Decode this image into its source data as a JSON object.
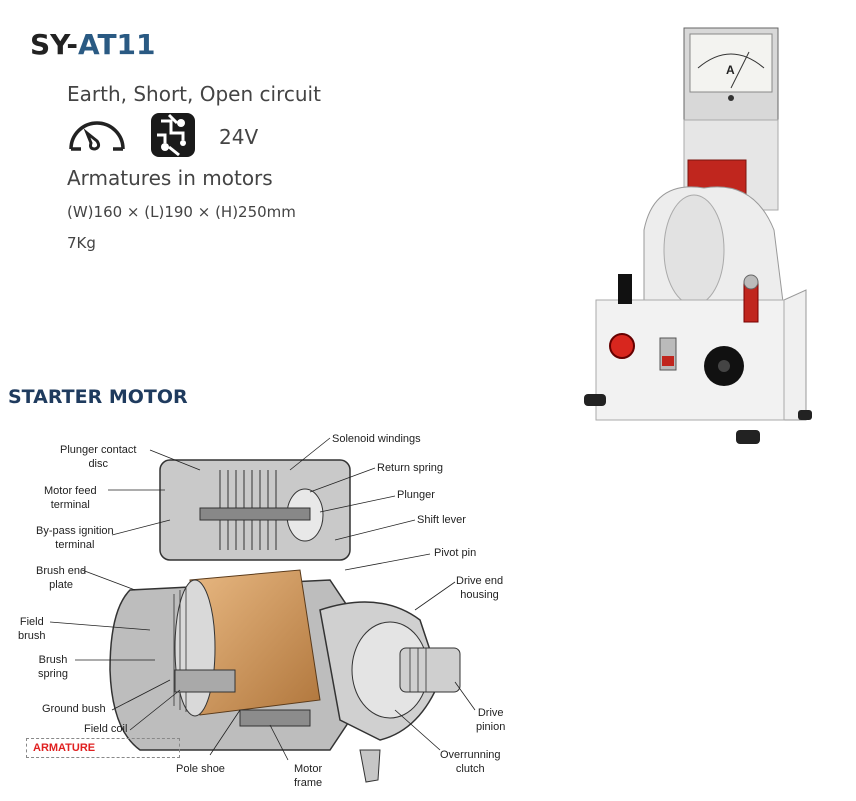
{
  "product": {
    "title_prefix": "SY-",
    "title_code": "AT11",
    "function": "Earth, Short, Open circuit",
    "voltage": "24V",
    "application": "Armatures in motors",
    "dimensions": "(W)160 × (L)190 × (H)250mm",
    "weight": "7Kg",
    "icons": [
      "gauge-icon",
      "circuit-board-icon"
    ]
  },
  "section": {
    "title": "STARTER MOTOR"
  },
  "meter": {
    "unit": "A"
  },
  "diagram": {
    "labels": {
      "plunger_contact_disc": "Plunger contact\ndisc",
      "motor_feed_terminal": "Motor feed\nterminal",
      "bypass_ignition_terminal": "By-pass ignition\nterminal",
      "brush_end_plate": "Brush end\nplate",
      "field_brush": "Field\nbrush",
      "brush_spring": "Brush\nspring",
      "ground_bush": "Ground bush",
      "field_coil": "Field coil",
      "armature": "ARMATURE",
      "pole_shoe": "Pole shoe",
      "motor_frame": "Motor\nframe",
      "solenoid_windings": "Solenoid windings",
      "return_spring": "Return spring",
      "plunger": "Plunger",
      "shift_lever": "Shift lever",
      "pivot_pin": "Pivot pin",
      "drive_end_housing": "Drive end\nhousing",
      "drive_pinion": "Drive\npinion",
      "overrunning_clutch": "Overrunning\nclutch"
    }
  },
  "colors": {
    "title_code": "#2a5a83",
    "section_title": "#1f3b5e",
    "armature_label": "#e02020"
  }
}
